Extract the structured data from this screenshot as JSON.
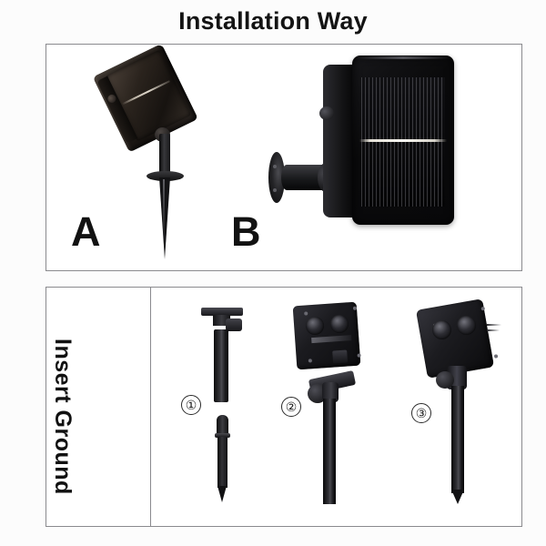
{
  "page": {
    "title": "Installation Way",
    "background_color": "#fcfcfc",
    "frame_border_color": "#8a8a8e"
  },
  "sections": {
    "installation_way": {
      "heading": "Installation Way",
      "options": [
        {
          "letter": "A",
          "name": "ground-stake-mount",
          "product": "solar light on ground spike stake"
        },
        {
          "letter": "B",
          "name": "wall-mount",
          "product": "solar light on wall mount bracket"
        }
      ]
    },
    "insert_ground": {
      "caption": "Insert Ground",
      "steps": [
        {
          "number": "①",
          "name": "separate-stake-pieces"
        },
        {
          "number": "②",
          "name": "attach-fixture-to-stake"
        },
        {
          "number": "③",
          "name": "assembled-unit"
        }
      ]
    }
  }
}
